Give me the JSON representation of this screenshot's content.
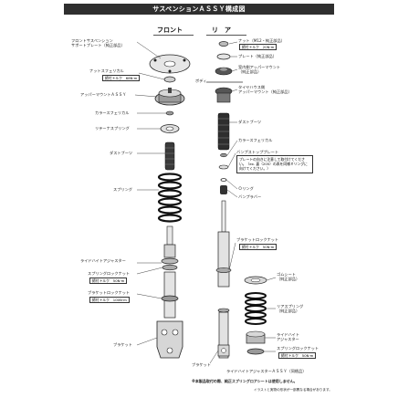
{
  "title": "サスペンションＡＳＳＹ構成図",
  "headers": {
    "front": "フロント",
    "rear": "リ　ア"
  },
  "front_labels": [
    {
      "text": "フロントサスペンション\nサポートプレート（純正部品）"
    },
    {
      "text": "ナットスフェリカル",
      "box": "締付トルク　68N·m"
    },
    {
      "text": "アッパーマウントＡＳＳＹ"
    },
    {
      "text": "カラースフェリカル"
    },
    {
      "text": "リテーナスプリング"
    },
    {
      "text": "ダストブーツ"
    },
    {
      "text": "スプリング"
    },
    {
      "text": "ライドハイトアジャスター"
    },
    {
      "text": "スプリングロックナット",
      "box": "締付トルク　50N·m"
    },
    {
      "text": "ブラケットロックナット",
      "box": "締付トルク　100N·m"
    },
    {
      "text": "ブラケット"
    }
  ],
  "rear_labels": [
    {
      "text": "ナット（M12・純正部品）",
      "box": "締付トルク　20N·m"
    },
    {
      "text": "プレート（純正部品）"
    },
    {
      "text": "室内側アッパーマウント\n（純正部品）"
    },
    {
      "text": "ボディ"
    },
    {
      "text": "タイヤハウス側\nアッパーマウント（純正部品）"
    },
    {
      "text": "ダストブーツ"
    },
    {
      "text": "カラースフェリカル"
    },
    {
      "text": "バンプストッププレート",
      "note": "プレートの向きに注意して取付けてください。（ex. 裏（205）の表を同様ミリングに向けてください。）"
    },
    {
      "text": "Ｏリング"
    },
    {
      "text": "バンプラバー"
    },
    {
      "text": "ブラケットロックナット",
      "box": "締付トルク　50N·m"
    },
    {
      "text": "ゴムシート\n（純正部品）"
    },
    {
      "text": "リアスプリング\n（純正部品）"
    },
    {
      "text": "ライドハイト\nアジャスター"
    },
    {
      "text": "スプリングロックナット",
      "box": "締付トルク　50N·m"
    },
    {
      "text": "ブラケット"
    },
    {
      "text": "ライドハイトアジャスターＡＳＳＹ（同梱品）"
    }
  ],
  "footnotes": [
    "※本製品取付の際、純正スプリングロアシートは使用しません。",
    "イラストと実物の形状が一部異なる場合があります。"
  ]
}
